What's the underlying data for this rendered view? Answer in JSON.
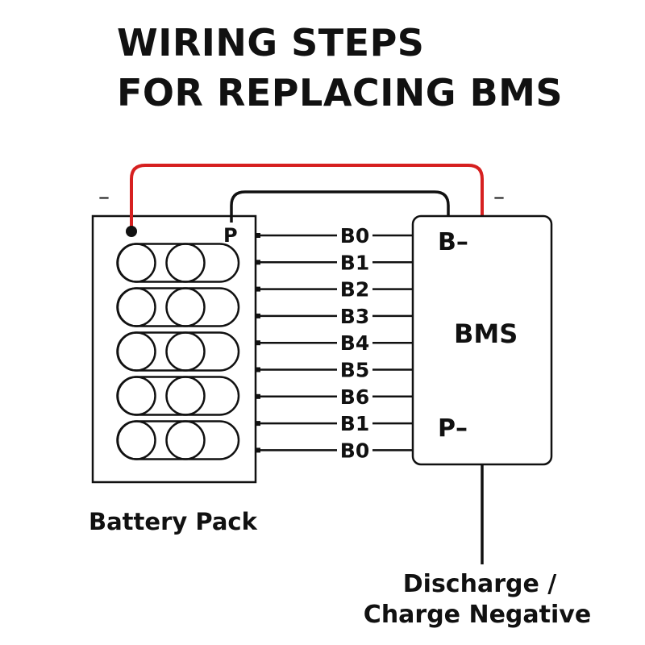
{
  "title": {
    "line1": "WIRING STEPS",
    "line2": "FOR REPLACING BMS"
  },
  "battery_pack": {
    "label": "Battery Pack",
    "p_label": "P",
    "minus_label": "–"
  },
  "bms": {
    "label": "BMS",
    "b_minus_label": "B–",
    "p_minus_label": "P–",
    "minus_label": "–"
  },
  "balance_wires": [
    "B0",
    "B1",
    "B2",
    "B3",
    "B4",
    "B5",
    "B6",
    "B1",
    "B0"
  ],
  "output_label": {
    "line1": "Discharge /",
    "line2": "Charge Negative"
  },
  "colors": {
    "wire_red": "#d62020",
    "wire_black": "#111111"
  }
}
